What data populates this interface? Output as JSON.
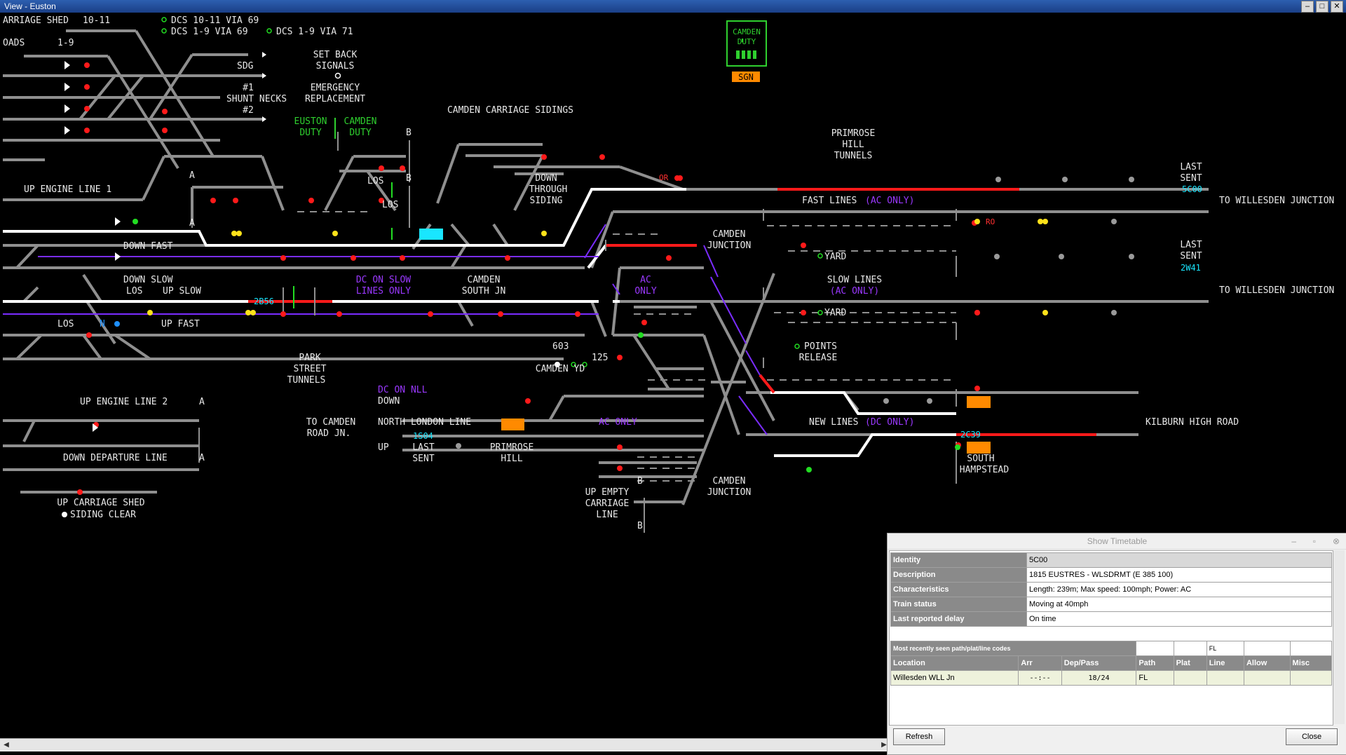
{
  "window": {
    "title": "View - Euston"
  },
  "panel": {
    "labels": {
      "carriage_shed": "ARRIAGE SHED",
      "shed_roads_10_11": "10-11",
      "shed_roads_1_9": "1-9",
      "roads": "OADS",
      "dcs_10_11": "DCS 10-11 VIA 69",
      "dcs_1_9_69": "DCS 1-9 VIA 69",
      "dcs_1_9_71": "DCS 1-9 VIA 71",
      "sdg": "SDG",
      "set_back_1": "SET BACK",
      "set_back_2": "SIGNALS",
      "shunt_1": "#1",
      "shunt_necks": "SHUNT NECKS",
      "shunt_2": "#2",
      "emerg_1": "EMERGENCY",
      "emerg_2": "REPLACEMENT",
      "euston_duty_1": "EUSTON",
      "euston_duty_2": "DUTY",
      "camden_duty_1": "CAMDEN",
      "camden_duty_2": "DUTY",
      "camden_carriage_sidings": "CAMDEN CARRIAGE SIDINGS",
      "down_through_1": "DOWN",
      "down_through_2": "THROUGH",
      "down_through_3": "SIDING",
      "primrose_1": "PRIMROSE",
      "primrose_2": "HILL",
      "primrose_3": "TUNNELS",
      "last_sent_1a": "LAST",
      "last_sent_1b": "SENT",
      "last_sent_2a": "LAST",
      "last_sent_2b": "SENT",
      "to_willesden_1": "TO WILLESDEN JUNCTION",
      "to_willesden_2": "TO WILLESDEN JUNCTION",
      "up_engine_1": "UP ENGINE LINE 1",
      "fast_lines": "FAST LINES",
      "ac_only_1": "(AC ONLY)",
      "down_fast": "DOWN FAST",
      "camden_junction_1a": "CAMDEN",
      "camden_junction_1b": "JUNCTION",
      "yard_1": "YARD",
      "yard_2": "YARD",
      "down_slow": "DOWN SLOW",
      "los_1": "LOS",
      "up_slow": "UP SLOW",
      "los_2": "LOS",
      "los_3": "LOS",
      "n_marker": "N",
      "up_fast": "UP FAST",
      "dc_on_slow_1": "DC ON SLOW",
      "dc_on_slow_2": "LINES ONLY",
      "camden_south_1": "CAMDEN",
      "camden_south_2": "SOUTH JN",
      "ac_only_2a": "AC",
      "ac_only_2b": "ONLY",
      "slow_lines": "SLOW LINES",
      "ac_only_3": "(AC ONLY)",
      "park_1": "PARK",
      "park_2": "STREET",
      "park_3": "TUNNELS",
      "s603": "603",
      "s125": "125",
      "camden_yd": "CAMDEN YD",
      "points_1": "POINTS",
      "points_2": "RELEASE",
      "dc_on_nll": "DC ON NLL",
      "down_label": "DOWN",
      "up_engine_2": "UP ENGINE LINE 2",
      "to_camden_1": "TO CAMDEN",
      "to_camden_2": "ROAD JN.",
      "north_london_line": "NORTH LONDON LINE",
      "ac_only_4": "AC ONLY",
      "new_lines": "NEW LINES",
      "dc_only": "(DC ONLY)",
      "kilburn": "KILBURN HIGH ROAD",
      "up_label": "UP",
      "last_sent_3a": "LAST",
      "last_sent_3b": "SENT",
      "primrose_hill_1": "PRIMROSE",
      "primrose_hill_2": "HILL",
      "south_hamp_1": "SOUTH",
      "south_hamp_2": "HAMPSTEAD",
      "down_departure": "DOWN DEPARTURE LINE",
      "up_carriage_shed": "UP CARRIAGE SHED",
      "siding_clear": "SIDING CLEAR",
      "up_empty_1": "UP EMPTY",
      "up_empty_2": "CARRIAGE",
      "up_empty_3": "LINE",
      "camden_junction_2a": "CAMDEN",
      "camden_junction_2b": "JUNCTION",
      "a1": "A",
      "a2": "A",
      "a3": "A",
      "a4": "A",
      "b1": "B",
      "b2": "B",
      "b3": "B",
      "b4": "B",
      "los_4": "LOS",
      "camden_duty_box_1": "CAMDEN",
      "camden_duty_box_2": "DUTY",
      "sgn": "SGN",
      "ro_1": "OR",
      "ro_2": "RO"
    },
    "headcodes": {
      "hc_5c00": "5C00",
      "hc_2w41": "2W41",
      "hc_2b56": "2B56",
      "hc_1s04": "1S04",
      "hc_2c39": "2C39"
    },
    "colors": {
      "track": "#8f8f8f",
      "route_set": "#ffffff",
      "occupied": "#ff1a1a",
      "dc_line": "#7a2cff",
      "signal_red": "#ff1a1a",
      "signal_yellow": "#ffe21a",
      "signal_green": "#22dd22",
      "label_green": "#2fd02f",
      "label_purple": "#9a38ff",
      "headcode_cyan": "#19e6ff",
      "sgn_orange": "#ff8a00"
    }
  },
  "timetable": {
    "title": "Show Timetable",
    "fields": [
      {
        "key": "Identity",
        "value": "5C00"
      },
      {
        "key": "Description",
        "value": "1815 EUSTRES - WLSDRMT (E 385 100)"
      },
      {
        "key": "Characteristics",
        "value": "Length: 239m; Max speed: 100mph; Power: AC"
      },
      {
        "key": "Train status",
        "value": "Moving at 40mph"
      },
      {
        "key": "Last reported delay",
        "value": "On time"
      }
    ],
    "codes_caption": "Most recently seen path/plat/line codes",
    "codes_line": "FL",
    "columns": [
      "Location",
      "Arr",
      "Dep/Pass",
      "Path",
      "Plat",
      "Line",
      "Allow",
      "Misc"
    ],
    "rows": [
      {
        "location": "Willesden WLL Jn",
        "arr": "--:--",
        "dep": "18/24",
        "path": "FL",
        "plat": "",
        "line": "",
        "allow": "",
        "misc": ""
      }
    ],
    "refresh_label": "Refresh",
    "close_label": "Close"
  }
}
